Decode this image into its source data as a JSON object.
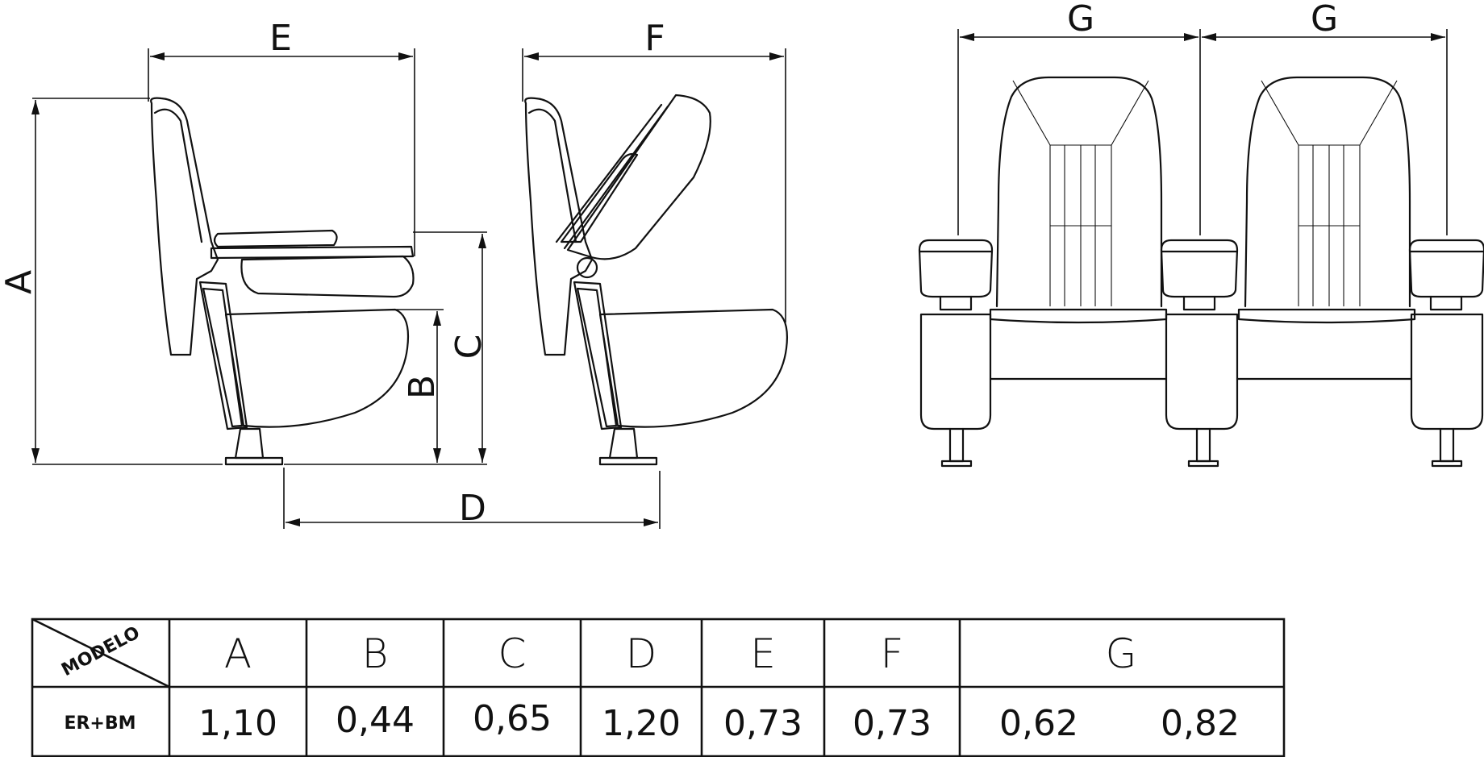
{
  "dimension_labels": {
    "a": "A",
    "b": "B",
    "c": "C",
    "d": "D",
    "e": "E",
    "f": "F",
    "g_left": "G",
    "g_right": "G"
  },
  "table": {
    "model_header": "MODELO",
    "headers": [
      "A",
      "B",
      "C",
      "D",
      "E",
      "F",
      "G"
    ],
    "row_label": "ER+BM",
    "values": [
      "1,10",
      "0,44",
      "0,65",
      "1,20",
      "0,73",
      "0,73"
    ],
    "g_values": [
      "0,62",
      "0,82"
    ]
  }
}
